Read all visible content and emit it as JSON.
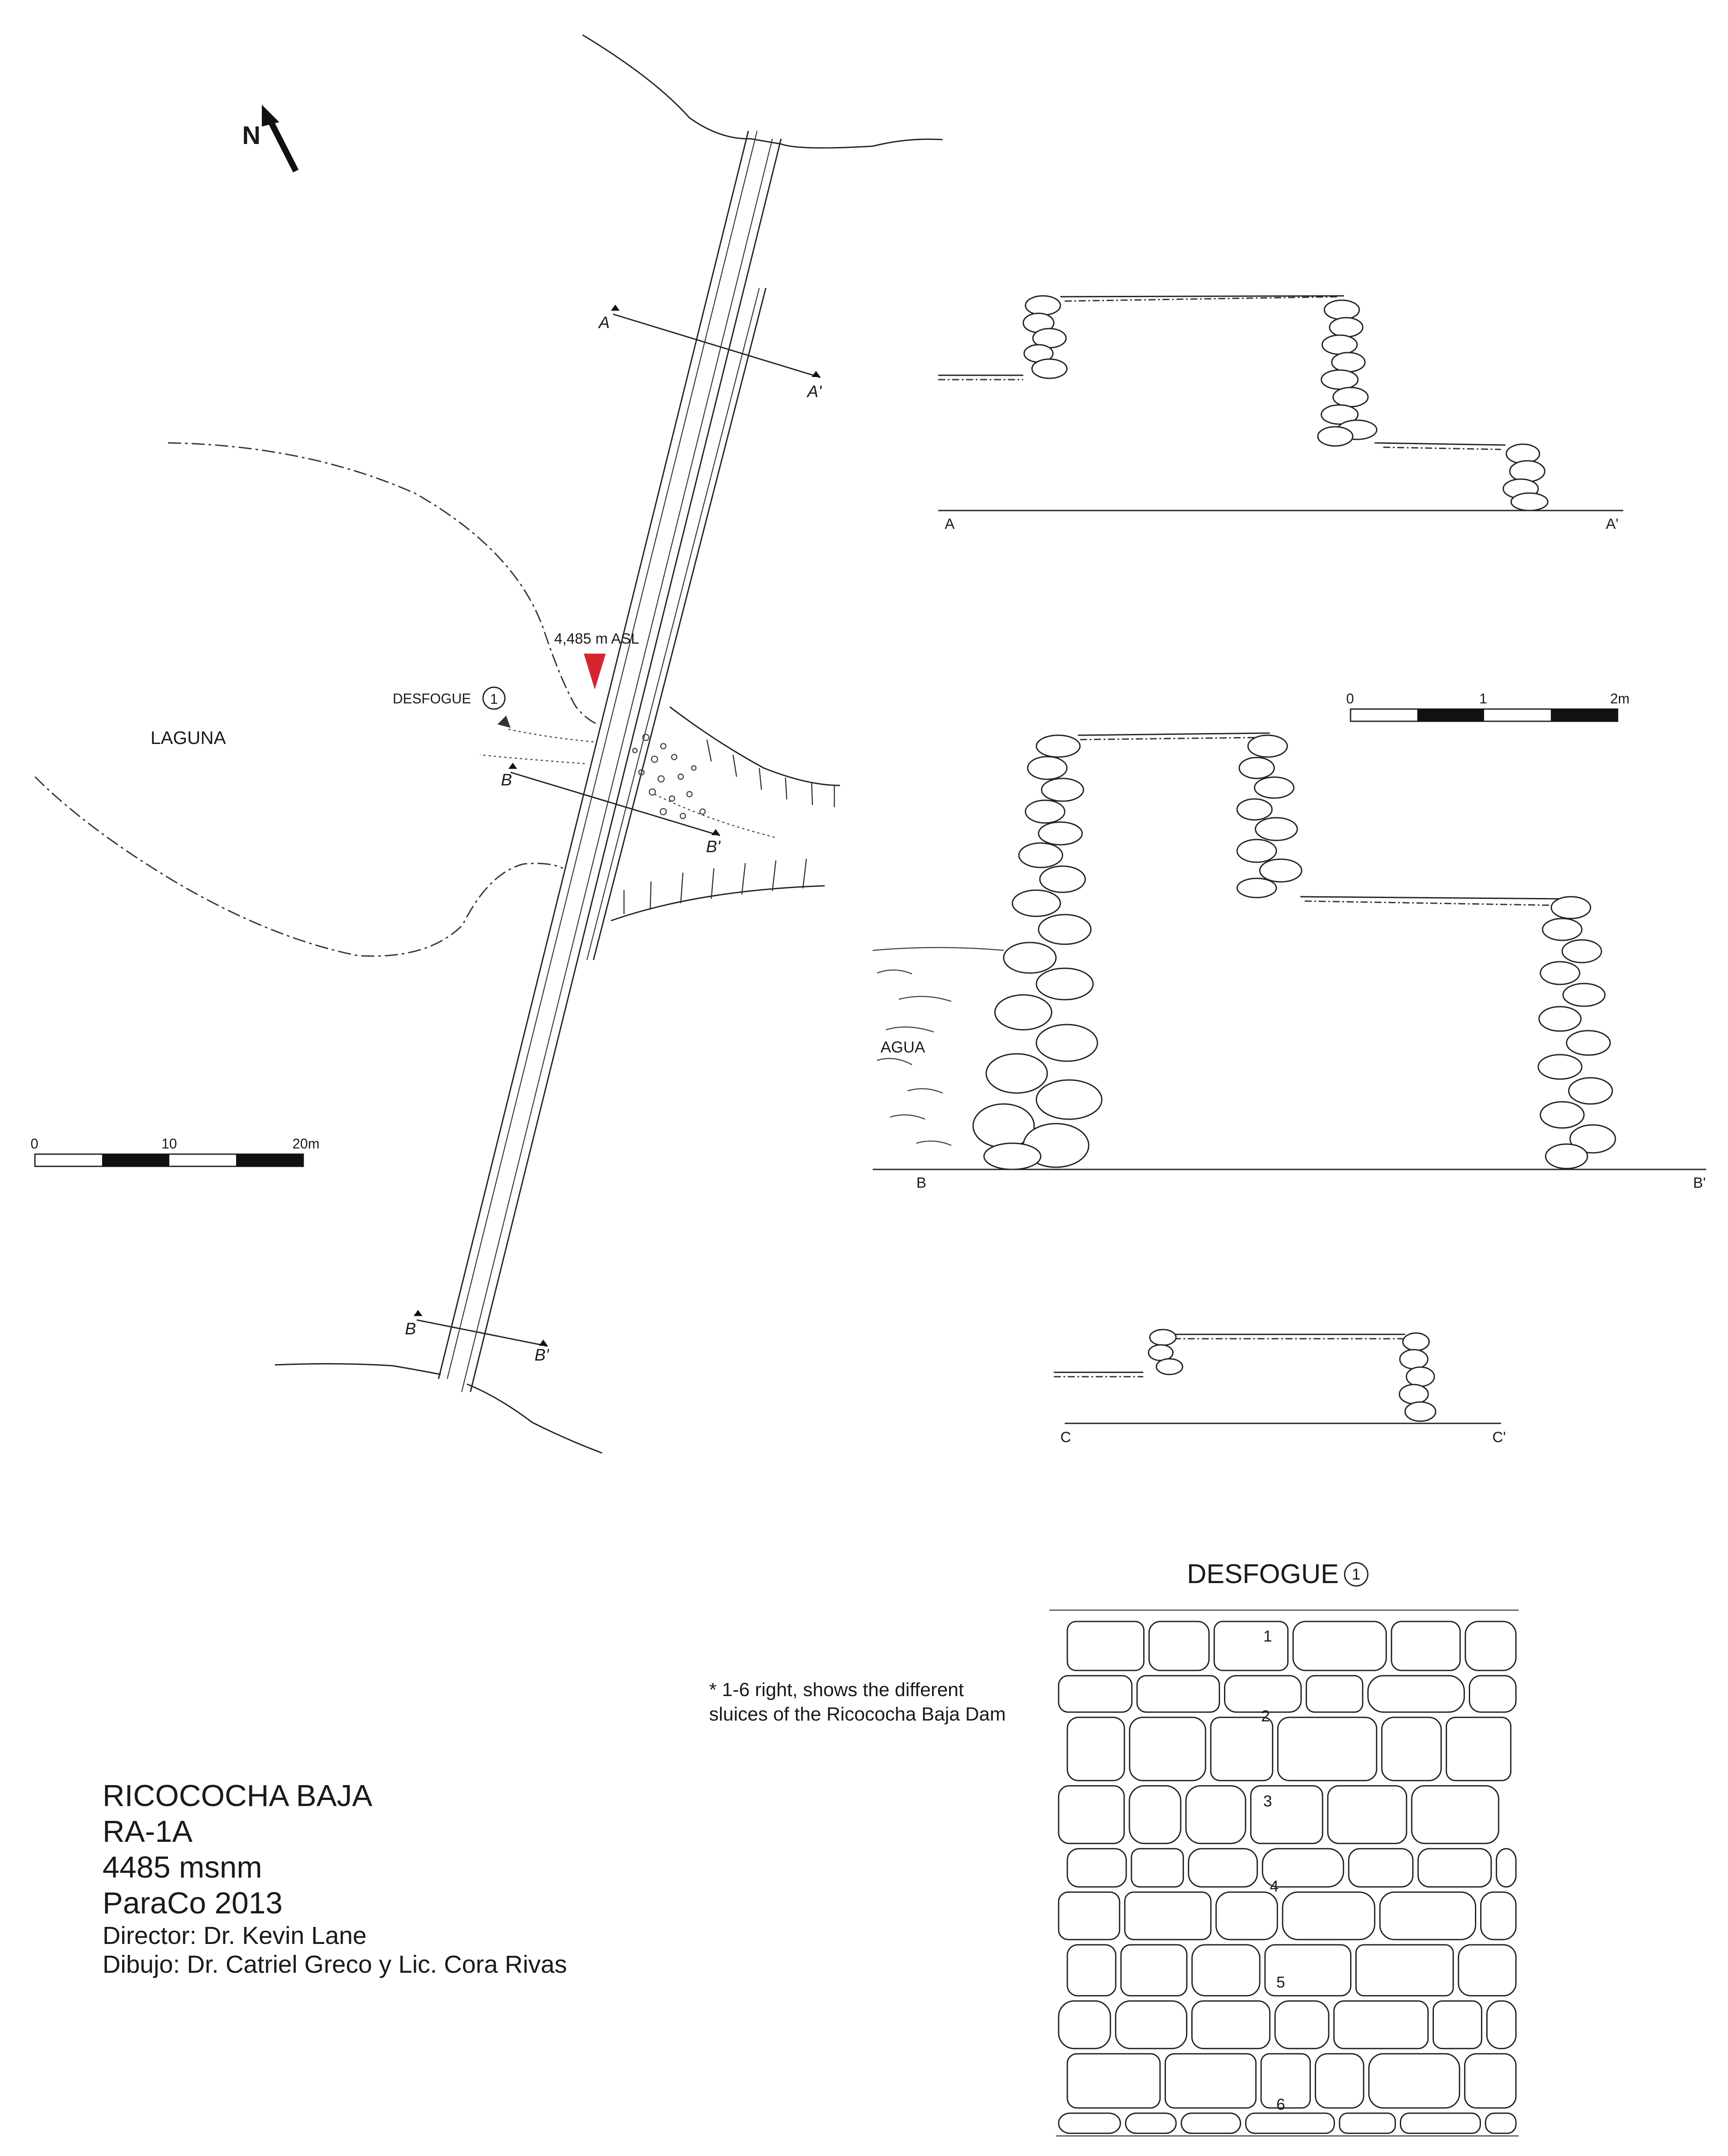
{
  "north": {
    "label": "N"
  },
  "plan": {
    "lagoon_label": "LAGUNA",
    "elevation_label": "4,485 m ASL",
    "outlet_label": "DESFOGUE",
    "outlet_number": "1",
    "section_a": {
      "start": "A",
      "end": "A'"
    },
    "section_b1": {
      "start": "B",
      "end": "B'"
    },
    "section_b2": {
      "start": "B",
      "end": "B'"
    },
    "scale": {
      "ticks": [
        "0",
        "10",
        "20m"
      ]
    }
  },
  "profiles": {
    "a": {
      "start": "A",
      "end": "A'"
    },
    "b": {
      "start": "B",
      "end": "B'",
      "water_label": "AGUA"
    },
    "c": {
      "start": "C",
      "end": "C'"
    },
    "scale": {
      "ticks": [
        "0",
        "1",
        "2m"
      ]
    }
  },
  "elevation": {
    "title": "DESFOGUE",
    "title_number": "1",
    "sluices": [
      "1",
      "2",
      "3",
      "4",
      "5",
      "6"
    ],
    "note_line1": "* 1-6 right, shows the different",
    "note_line2": "sluices of the Ricocochа Baja Dam"
  },
  "title_block": {
    "site": "RICOCOCHA BAJA",
    "code": "RA-1A",
    "altitude": "4485 msnm",
    "project": "ParaCo 2013",
    "director": "Director: Dr. Kevin Lane",
    "drawing": "Dibujo: Dr. Catriel Greco y Lic. Cora Rivas"
  },
  "colors": {
    "marker": "#d7232b",
    "ink": "#1a1a1a"
  }
}
